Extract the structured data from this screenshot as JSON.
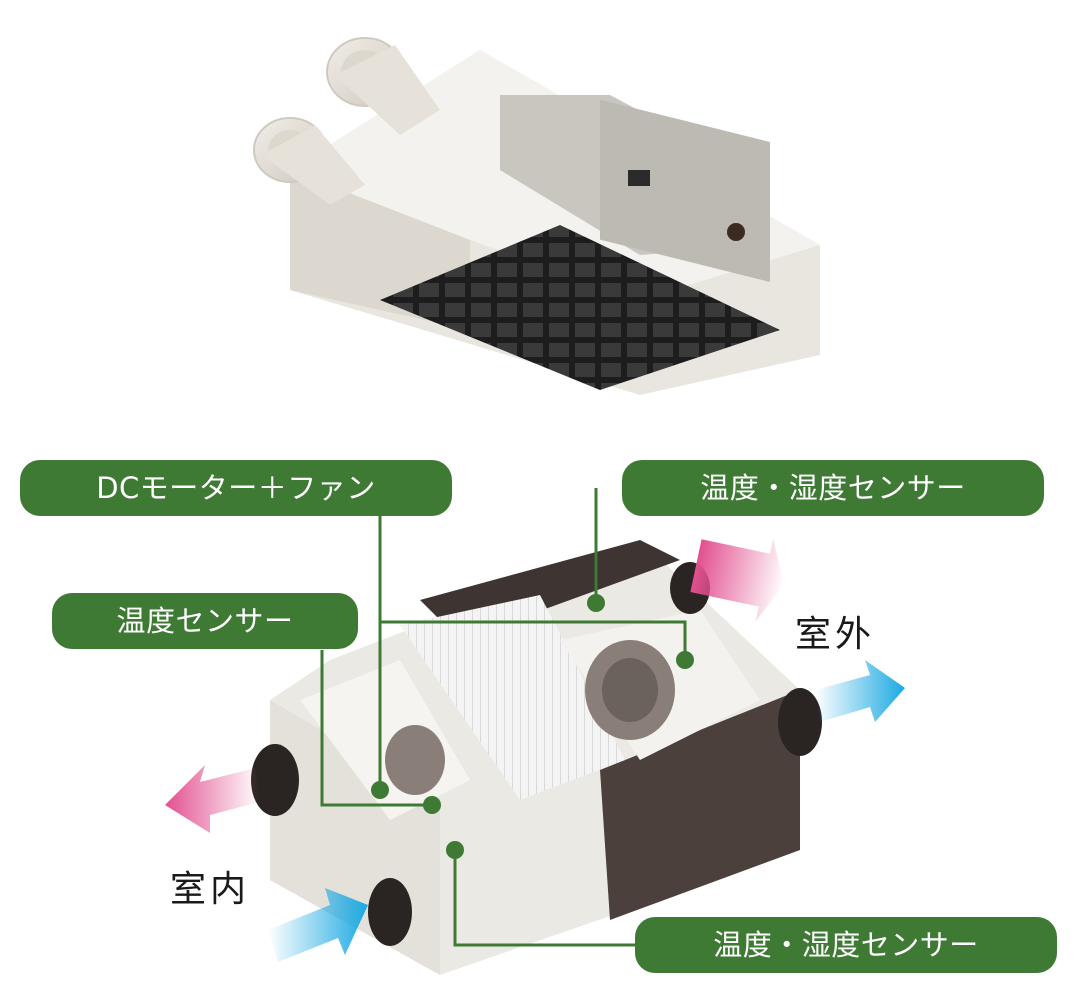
{
  "labels": {
    "dc_motor_fan": "DCモーター＋ファン",
    "temp_humidity_top": "温度・湿度センサー",
    "temp_sensor": "温度センサー",
    "temp_humidity_bottom": "温度・湿度センサー"
  },
  "directions": {
    "outdoor": "室外",
    "indoor": "室内"
  },
  "colors": {
    "label_green": "#3f7a35",
    "leader_green": "#3f7a35",
    "arrow_pink": "#e2508f",
    "arrow_blue": "#1ba9e2"
  }
}
